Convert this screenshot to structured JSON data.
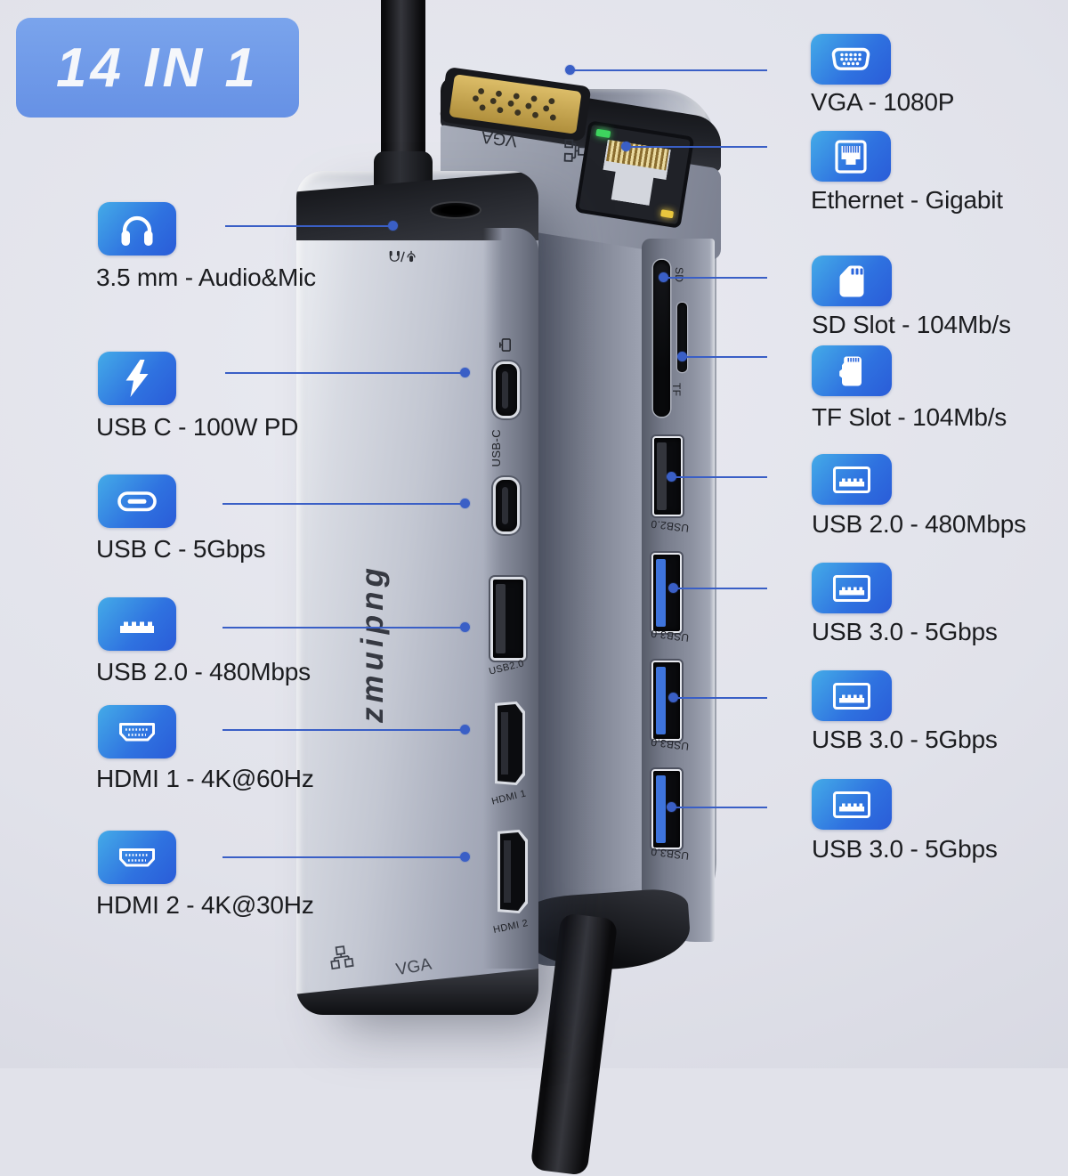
{
  "badge": {
    "label": "14 IN 1"
  },
  "left_callouts": [
    {
      "icon": "headphones-icon",
      "label": "3.5 mm - Audio&Mic"
    },
    {
      "icon": "lightning-icon",
      "label": "USB C - 100W PD"
    },
    {
      "icon": "usb-c-connector-icon",
      "label": "USB C - 5Gbps"
    },
    {
      "icon": "usb-a-contacts-icon",
      "label": "USB 2.0 - 480Mbps"
    },
    {
      "icon": "hdmi-connector-icon",
      "label": "HDMI 1 - 4K@60Hz"
    },
    {
      "icon": "hdmi-connector-icon",
      "label": "HDMI 2 - 4K@30Hz"
    }
  ],
  "right_callouts": [
    {
      "icon": "vga-connector-icon",
      "label": "VGA - 1080P"
    },
    {
      "icon": "ethernet-jack-icon",
      "label": "Ethernet - Gigabit"
    },
    {
      "icon": "sd-card-icon",
      "label": "SD Slot - 104Mb/s"
    },
    {
      "icon": "tf-card-icon",
      "label": "TF Slot - 104Mb/s"
    },
    {
      "icon": "usb-a-port-icon",
      "label": "USB 2.0 - 480Mbps"
    },
    {
      "icon": "usb-a-port-icon",
      "label": "USB 3.0 - 5Gbps"
    },
    {
      "icon": "usb-a-port-icon",
      "label": "USB 3.0 - 5Gbps"
    },
    {
      "icon": "usb-a-port-icon",
      "label": "USB 3.0 - 5Gbps"
    }
  ],
  "device_front": {
    "brand": "zmuipng",
    "prints": {
      "usb_c": "USB-C",
      "usb2": "USB2.0",
      "hdmi1": "HDMI 1",
      "hdmi2": "HDMI 2",
      "vga": "VGA"
    }
  },
  "device_back": {
    "prints": {
      "vga": "VGA",
      "sd": "SD",
      "tf": "TF",
      "usb2": "USB2.0",
      "usb3": "USB3.0"
    }
  },
  "colors": {
    "background": "#e1e2ea",
    "badge_blue": "#6f9ce9",
    "icon_gradient_start": "#3fa9e8",
    "icon_gradient_end": "#2a5cd8",
    "callout_line": "#3a5fc6",
    "label_text": "#1b1c1f"
  }
}
